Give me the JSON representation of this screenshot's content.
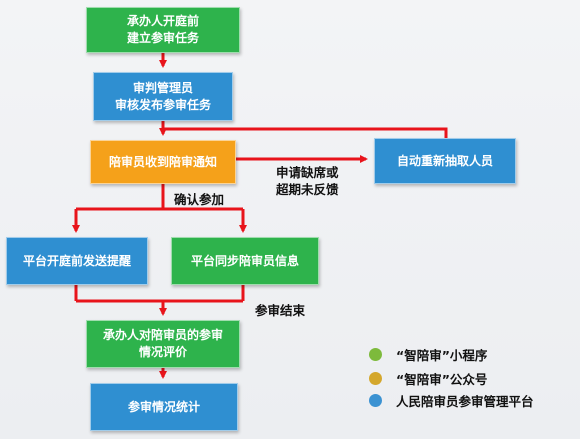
{
  "nodes": {
    "n1": "承办人开庭前\n建立参审任务",
    "n2": "审判管理员\n审核发布参审任务",
    "n3": "陪审员收到陪审通知",
    "n4": "自动重新抽取人员",
    "n5": "平台开庭前发送提醒",
    "n6": "平台同步陪审员信息",
    "n7": "承办人对陪审员的参审\n情况评价",
    "n8": "参审情况统计"
  },
  "edge_labels": {
    "refuse": "申请缺席或\n超期未反馈",
    "confirm": "确认参加",
    "finish": "参审结束"
  },
  "legend": [
    {
      "label": "“智陪审”小程序",
      "color": "#7dba3c"
    },
    {
      "label": "“智陪审”公众号",
      "color": "#d4a72c"
    },
    {
      "label": "人民陪审员参审管理平台",
      "color": "#3b92d2"
    }
  ],
  "colors": {
    "arrow": "#e8141b",
    "blue": "#2f8fd1",
    "green": "#2eb34c",
    "orange": "#f5a11a"
  }
}
